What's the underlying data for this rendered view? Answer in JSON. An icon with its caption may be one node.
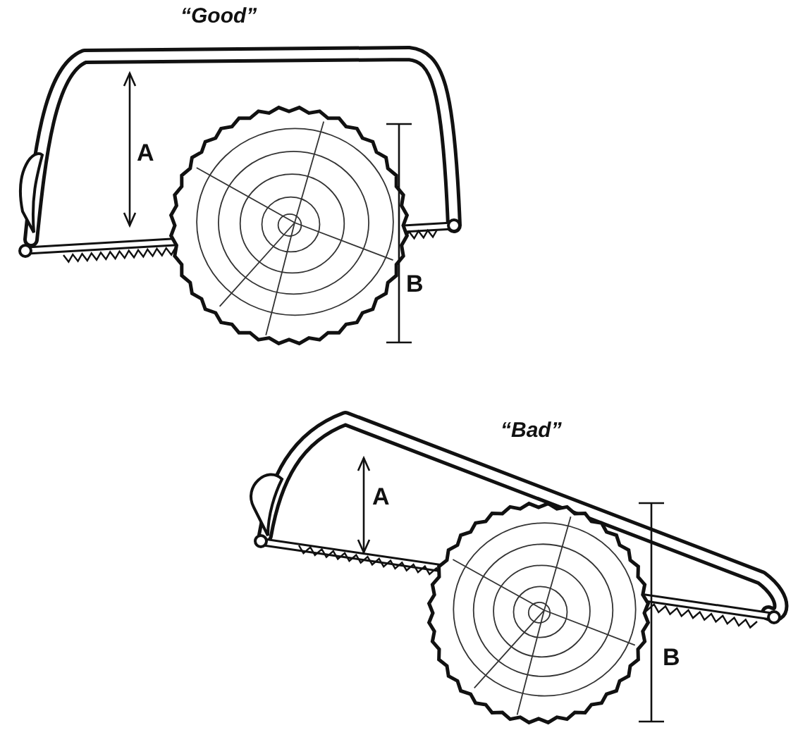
{
  "diagram": {
    "labels": [
      "“Good”",
      "A",
      "B",
      "“Bad”",
      "A",
      "B"
    ]
  }
}
